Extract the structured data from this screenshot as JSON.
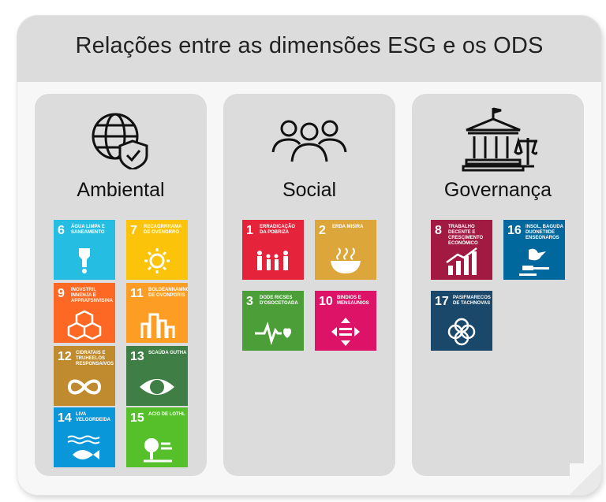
{
  "title": "Relações entre as dimensões ESG e os ODS",
  "columns": [
    {
      "label": "Ambiental",
      "icon": "globe-shield-icon",
      "tiles": [
        {
          "num": "6",
          "text": "ÁGUA LIMPA E SANEAMENTO",
          "color": "#26bde2",
          "icon": "water-icon"
        },
        {
          "num": "7",
          "text": "RECAGRRRAMA DE OVENGRRO",
          "color": "#fcc30b",
          "icon": "sun-icon"
        },
        {
          "num": "9",
          "text": "INOVSTRII, INNENJA E APPRAFSNVISINA",
          "color": "#fd6925",
          "icon": "cubes-icon"
        },
        {
          "num": "11",
          "text": "BOLDEANNAMNONÇÕES DE OVONPORIS",
          "color": "#fd9d24",
          "icon": "city-icon"
        },
        {
          "num": "12",
          "text": "CIDRATAIS E TRUHEELOS RESPONSAIVOS",
          "color": "#bf8b2e",
          "icon": "infinity-icon"
        },
        {
          "num": "13",
          "text": "SCAÚDA GUTHA",
          "color": "#3f7e44",
          "icon": "eye-globe-icon"
        },
        {
          "num": "14",
          "text": "LIVA VELGORDEIDA",
          "color": "#0a97d9",
          "icon": "fish-icon"
        },
        {
          "num": "15",
          "text": "ACIO DE LOTHL",
          "color": "#56c02b",
          "icon": "tree-icon"
        }
      ]
    },
    {
      "label": "Social",
      "icon": "people-icon",
      "tiles": [
        {
          "num": "1",
          "text": "ERRADICAÇÃO DA POBRIZA",
          "color": "#e5243b",
          "icon": "family-icon"
        },
        {
          "num": "2",
          "text": "ERDA MISIRA",
          "color": "#dda63a",
          "icon": "bowl-icon"
        },
        {
          "num": "3",
          "text": "DODE RICSES D'OSOCETOADA",
          "color": "#4c9f38",
          "icon": "heartbeat-icon"
        },
        {
          "num": "10",
          "text": "BINDIOS E MENSAUNIOS",
          "color": "#dd1367",
          "icon": "equality-icon"
        }
      ]
    },
    {
      "label": "Governança",
      "icon": "courthouse-scale-icon",
      "tiles": [
        {
          "num": "8",
          "text": "TRABALHO DECENTE E CRESCIMENTO ECONÔMICO",
          "color": "#a21942",
          "icon": "growth-chart-icon"
        },
        {
          "num": "16",
          "text": "INSOL, BAGUDA DUONETIIDE ENSEONAROS",
          "color": "#00689d",
          "icon": "dove-gavel-icon"
        },
        {
          "num": "17",
          "text": "PASIFMARECOS DE TACHNOVAS",
          "color": "#19486a",
          "icon": "flower-rings-icon"
        }
      ]
    }
  ]
}
